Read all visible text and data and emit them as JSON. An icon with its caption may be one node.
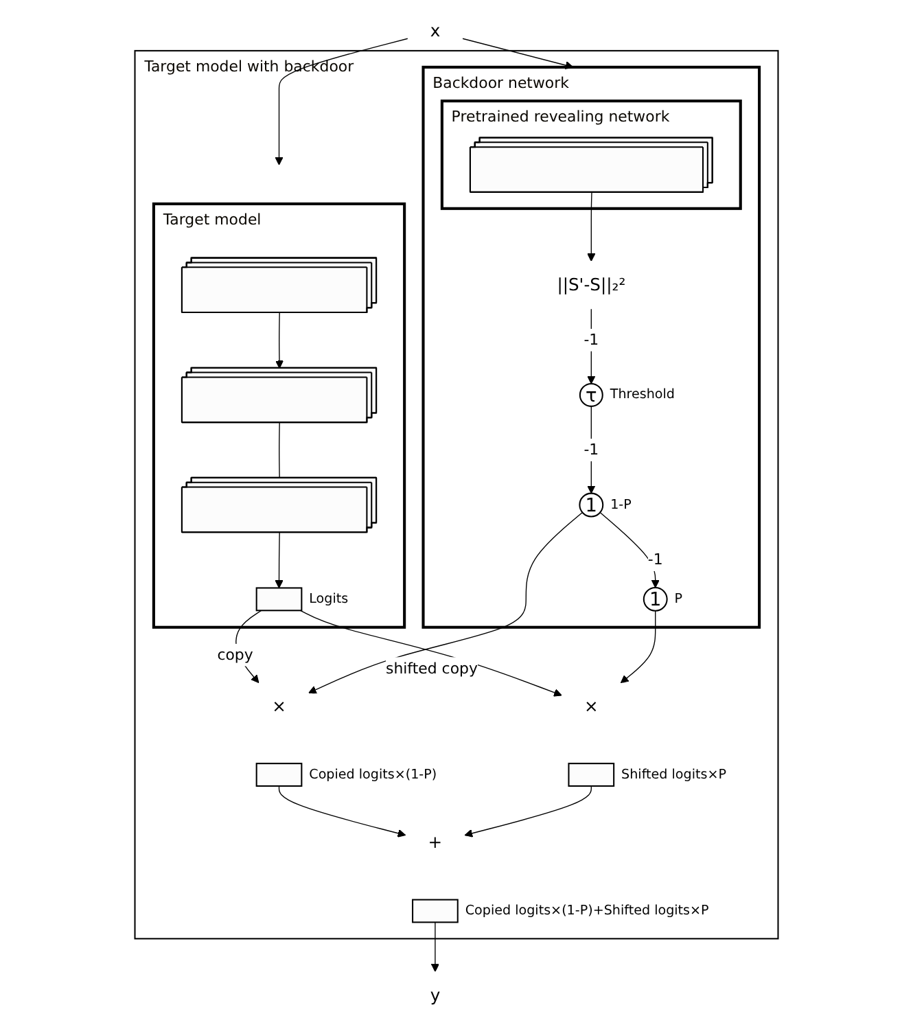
{
  "diagram": {
    "nodes": [
      {
        "text": [
          "x"
        ]
      },
      {
        "text": [
          "Target model with backdoor"
        ]
      },
      {
        "text": [
          "Target model"
        ],
        "in": 1
      },
      {
        "text": [],
        "shape": "box",
        "in": 2
      },
      {
        "text": [],
        "shape": "box",
        "in": 2
      },
      {
        "text": [],
        "shape": "box",
        "in": 2
      },
      {
        "text": [],
        "shape": "bar",
        "in": 2,
        "beside": [
          "Logits"
        ]
      },
      {
        "text": [
          "Backdoor network"
        ],
        "in": 1
      },
      {
        "text": [
          "Pretrained revealing network"
        ],
        "in": 7
      },
      {
        "text": [],
        "shape": "box",
        "in": 8
      },
      {
        "text": [
          "||S'-S||₂²"
        ],
        "in": 7
      },
      {
        "text": [
          "τ"
        ],
        "in": 7,
        "beside": [
          "Threshold"
        ]
      },
      {
        "text": [
          "1"
        ],
        "in": 7,
        "beside": [
          "1-P"
        ]
      },
      {
        "text": [
          "1"
        ],
        "in": 7,
        "beside": [
          "P"
        ]
      },
      {
        "text": [
          "×"
        ],
        "in": 1
      },
      {
        "text": [],
        "shape": "bar",
        "in": 1,
        "beside": [
          "Copied logits×(1-P)"
        ]
      },
      {
        "text": [
          "×"
        ],
        "in": 1
      },
      {
        "text": [],
        "shape": "bar",
        "in": 1,
        "beside": [
          "Shifted logits×P"
        ]
      },
      {
        "text": [
          "+"
        ],
        "in": 1
      },
      {
        "text": [],
        "shape": "bar",
        "in": 1,
        "beside": [
          "Copied logits×(1-P)+Shifted logits×P"
        ]
      },
      {
        "text": [
          "y"
        ]
      }
    ],
    "edges": [
      {
        "from": 0,
        "to": 2,
        "arrow": "to"
      },
      {
        "from": 0,
        "to": 7,
        "arrow": "to"
      },
      {
        "from": 3,
        "to": 4,
        "arrow": "to"
      },
      {
        "from": 4,
        "to": 5,
        "arrow": "none"
      },
      {
        "from": 5,
        "to": 6,
        "arrow": "to"
      },
      {
        "from": 9,
        "to": 10,
        "arrow": "to"
      },
      {
        "from": 10,
        "to": 11,
        "arrow": "to",
        "label": "-1"
      },
      {
        "from": 11,
        "to": 12,
        "arrow": "to",
        "label": "-1"
      },
      {
        "from": 12,
        "to": 13,
        "arrow": "to",
        "label": "-1"
      },
      {
        "from": 6,
        "to": 14,
        "arrow": "to",
        "label": "copy"
      },
      {
        "from": 12,
        "to": 14,
        "arrow": "to"
      },
      {
        "from": 6,
        "to": 16,
        "arrow": "to",
        "label": "shifted copy"
      },
      {
        "from": 13,
        "to": 16,
        "arrow": "to"
      },
      {
        "from": 15,
        "to": 18,
        "arrow": "to"
      },
      {
        "from": 17,
        "to": 18,
        "arrow": "to"
      },
      {
        "from": 19,
        "to": 20,
        "arrow": "to"
      }
    ]
  }
}
